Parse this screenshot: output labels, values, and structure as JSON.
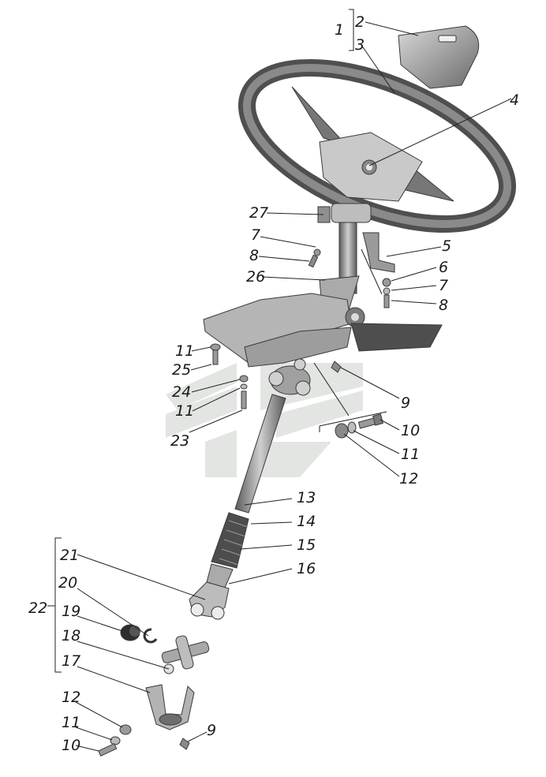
{
  "diagram": {
    "callouts": [
      {
        "id": "c1",
        "label": "1"
      },
      {
        "id": "c2",
        "label": "2"
      },
      {
        "id": "c3",
        "label": "3"
      },
      {
        "id": "c4",
        "label": "4"
      },
      {
        "id": "c27",
        "label": "27"
      },
      {
        "id": "c7a",
        "label": "7"
      },
      {
        "id": "c8a",
        "label": "8"
      },
      {
        "id": "c26",
        "label": "26"
      },
      {
        "id": "c5",
        "label": "5"
      },
      {
        "id": "c6",
        "label": "6"
      },
      {
        "id": "c7b",
        "label": "7"
      },
      {
        "id": "c8b",
        "label": "8"
      },
      {
        "id": "c11a",
        "label": "11"
      },
      {
        "id": "c25",
        "label": "25"
      },
      {
        "id": "c24",
        "label": "24"
      },
      {
        "id": "c11b",
        "label": "11"
      },
      {
        "id": "c23",
        "label": "23"
      },
      {
        "id": "c9a",
        "label": "9"
      },
      {
        "id": "c10a",
        "label": "10"
      },
      {
        "id": "c11c",
        "label": "11"
      },
      {
        "id": "c12a",
        "label": "12"
      },
      {
        "id": "c13",
        "label": "13"
      },
      {
        "id": "c14",
        "label": "14"
      },
      {
        "id": "c15",
        "label": "15"
      },
      {
        "id": "c16",
        "label": "16"
      },
      {
        "id": "c21",
        "label": "21"
      },
      {
        "id": "c20",
        "label": "20"
      },
      {
        "id": "c22",
        "label": "22"
      },
      {
        "id": "c19",
        "label": "19"
      },
      {
        "id": "c18",
        "label": "18"
      },
      {
        "id": "c17",
        "label": "17"
      },
      {
        "id": "c12b",
        "label": "12"
      },
      {
        "id": "c11d",
        "label": "11"
      },
      {
        "id": "c10b",
        "label": "10"
      },
      {
        "id": "c9b",
        "label": "9"
      }
    ],
    "colors": {
      "part_fill": "#a9a9a9",
      "part_dark": "#5e5e5e",
      "part_light": "#d6d6d6",
      "watermark": "#dfe3df",
      "ink": "#1a1a1a"
    }
  }
}
